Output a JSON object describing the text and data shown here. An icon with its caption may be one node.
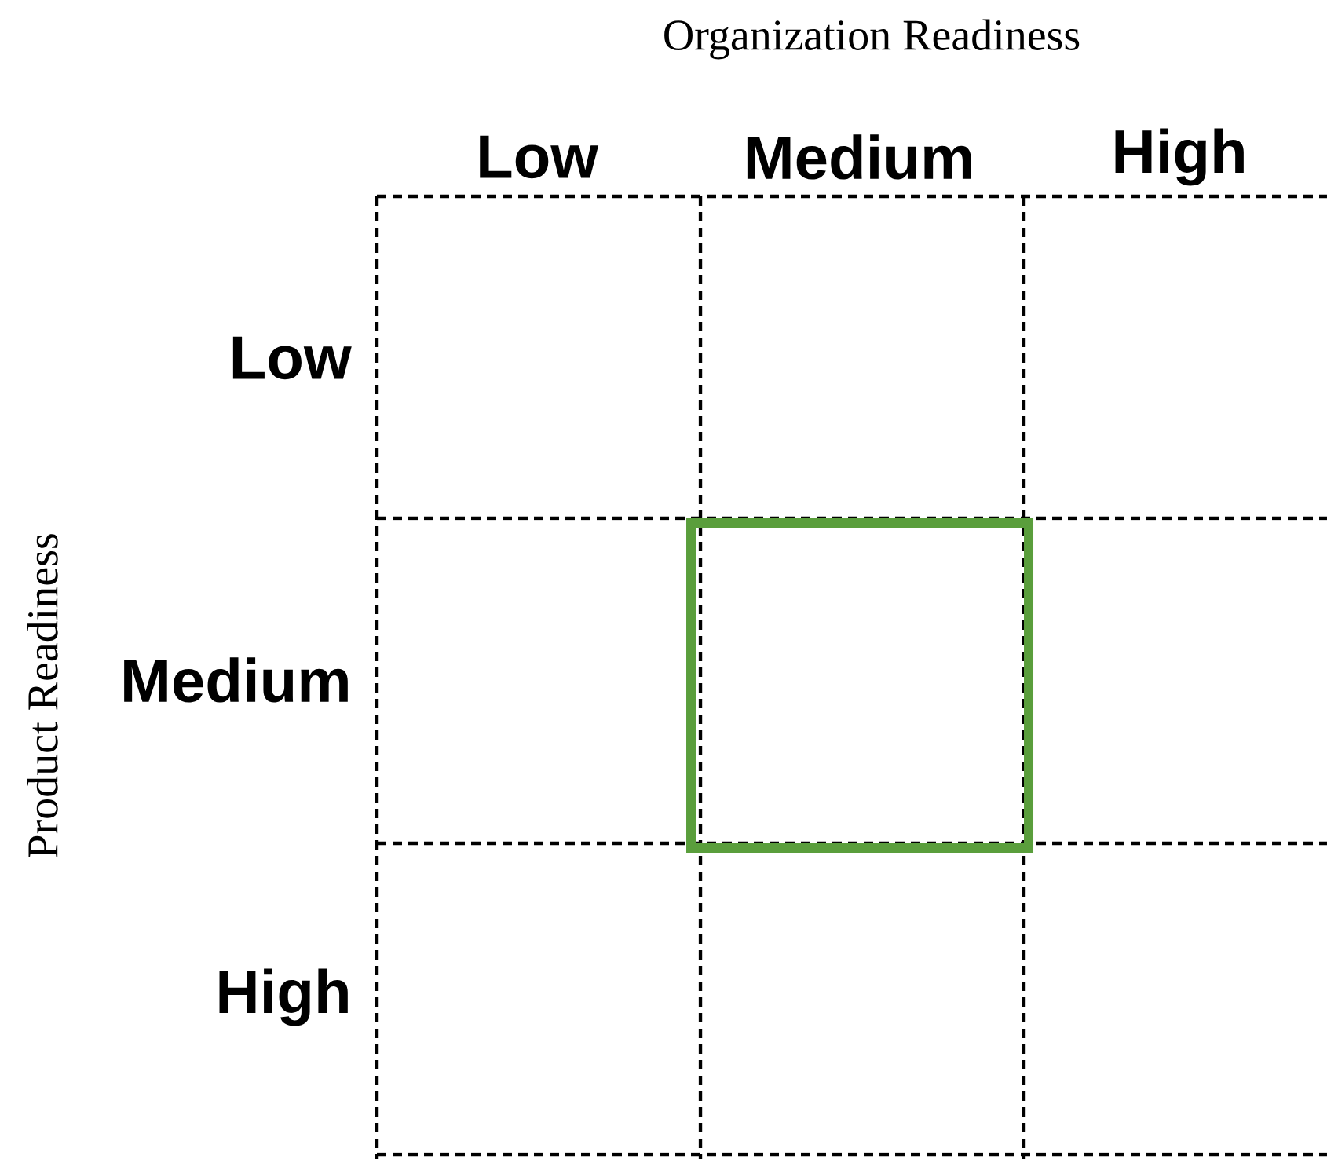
{
  "diagram": {
    "labels": [
      "Organization Readiness",
      "Low",
      "Medium",
      "High",
      "Product Readiness",
      "Low",
      "Medium",
      "High"
    ]
  }
}
